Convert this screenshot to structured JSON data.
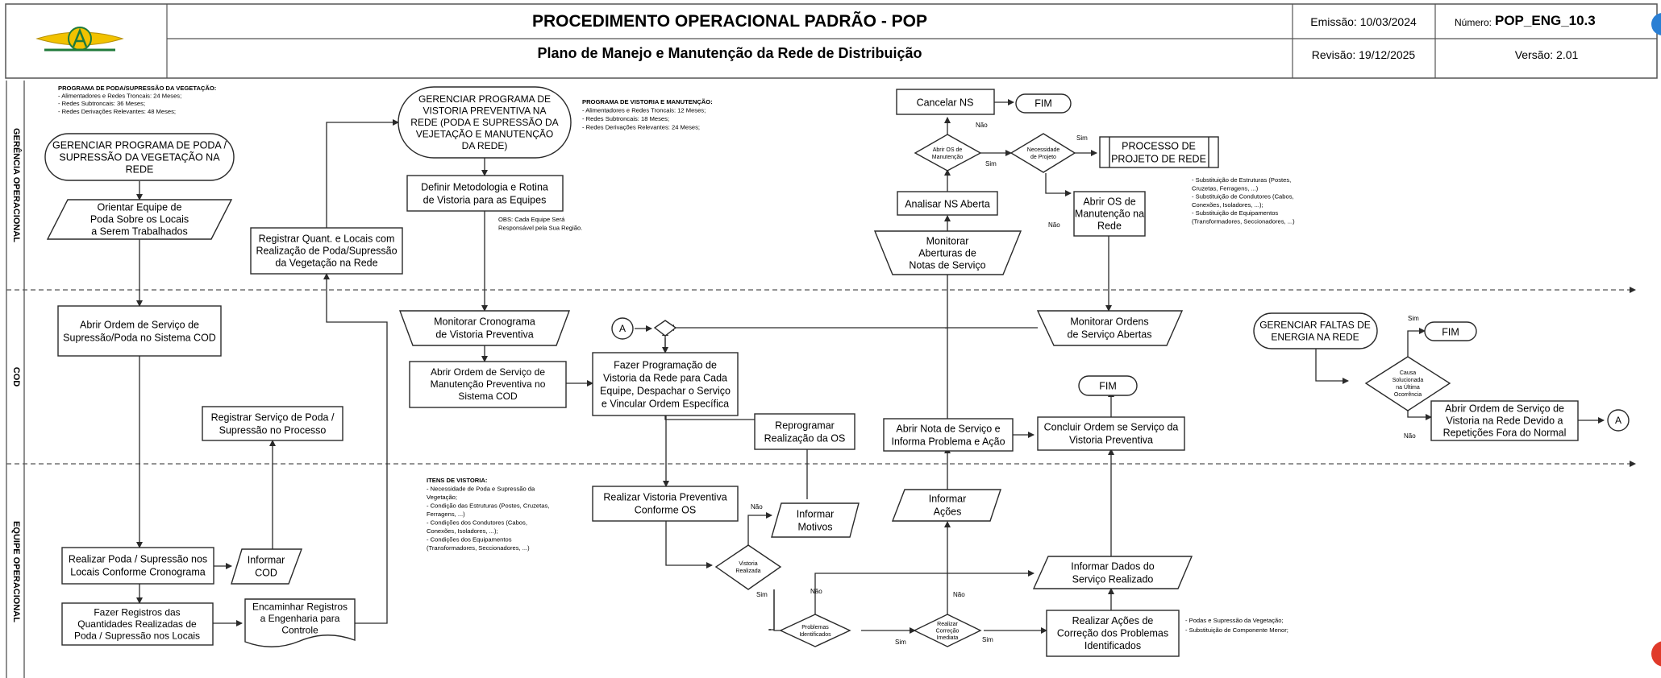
{
  "header": {
    "title": "PROCEDIMENTO OPERACIONAL PADRÃO - POP",
    "subtitle": "Plano de Manejo e Manutenção da Rede de Distribuição",
    "emissao": "Emissão: 10/03/2024",
    "revisao": "Revisão: 19/12/2025",
    "numero_label": "Número:",
    "numero": "POP_ENG_10.3",
    "versao": "Versão: 2.01"
  },
  "lanes": {
    "gerencia": "GERÊNCIA OPERACIONAL",
    "cod": "COD",
    "equipe": "EQUIPE OPERACIONAL"
  },
  "notes": {
    "poda": [
      "PROGRAMA DE PODA/SUPRESSÃO DA VEGETAÇÃO:",
      "- Alimentadores e Redes Troncais: 24 Meses;",
      "- Redes Subtroncais: 36 Meses;",
      "- Redes Derivações Relevantes: 48 Meses;"
    ],
    "vistoria": [
      "PROGRAMA DE VISTORIA E MANUTENÇÃO:",
      "- Alimentadores e Redes Troncais: 12 Meses;",
      "- Redes Subtroncais: 18 Meses;",
      "- Redes Derivações Relevantes: 24 Meses;"
    ],
    "obs": [
      "OBS: Cada Equipe Será",
      "Responsável pela Sua Região."
    ],
    "substituicoes": [
      "- Substituição de Estruturas (Postes,",
      "Cruzetas, Ferragens, ...)",
      "- Substituição de Condutores (Cabos,",
      "Conexões, Isoladores, ...);",
      "- Substituição de Equipamentos",
      "(Transformadores, Seccionadores, ...)"
    ],
    "itens": [
      "ITENS DE VISTORIA:",
      "- Necessidade de Poda e Supressão da",
      "Vegetação;",
      "- Condição das Estruturas (Postes, Cruzetas,",
      "Ferragens, ...)",
      "- Condições dos Condutores (Cabos,",
      "Conexões, Isoladores, ...);",
      "- Condições dos Equipamentos",
      "(Transformadores, Seccionadores, ...)"
    ],
    "correcao": [
      "- Podas e Supressão da Vegetação;",
      "- Substituição de Componente Menor;"
    ]
  },
  "nodes": {
    "gerenciar_poda": [
      "GERENCIAR PROGRAMA DE PODA /",
      "SUPRESSÃO DA VEGETAÇÃO NA",
      "REDE"
    ],
    "orientar": [
      "Orientar Equipe de",
      "Poda Sobre os Locais",
      "a Serem Trabalhados"
    ],
    "abrir_os_poda": [
      "Abrir Ordem de Serviço de",
      "Supressão/Poda no Sistema COD"
    ],
    "realizar_poda": [
      "Realizar Poda / Supressão nos",
      "Locais Conforme Cronograma"
    ],
    "informar_cod": [
      "Informar",
      "COD"
    ],
    "registros_quant": [
      "Fazer Registros das",
      "Quantidades Realizadas de",
      "Poda / Supressão nos Locais"
    ],
    "encaminhar": [
      "Encaminhar Registros",
      "a Engenharia para",
      "Controle"
    ],
    "registrar_servico": [
      "Registrar Serviço de Poda /",
      "Supressão no Processo"
    ],
    "registrar_quant": [
      "Registrar Quant. e Locais com",
      "Realização de Poda/Supressão",
      "da Vegetação na Rede"
    ],
    "gerenciar_vistoria": [
      "GERENCIAR PROGRAMA DE",
      "VISTORIA PREVENTIVA NA",
      "REDE (PODA E SUPRESSÃO DA",
      "VEJETAÇÃO E MANUTENÇÃO",
      "DA REDE)"
    ],
    "definir": [
      "Definir Metodologia e Rotina",
      "de Vistoria para as Equipes"
    ],
    "monitorar_crono": [
      "Monitorar Cronograma",
      "de Vistoria Preventiva"
    ],
    "abrir_os_manut": [
      "Abrir Ordem de Serviço de",
      "Manutenção Preventiva no",
      "Sistema COD"
    ],
    "fazer_prog": [
      "Fazer Programação de",
      "Vistoria da Rede para Cada",
      "Equipe, Despachar o Serviço",
      "e Vincular Ordem Específica"
    ],
    "realizar_vistoria": [
      "Realizar Vistoria Preventiva",
      "Conforme OS"
    ],
    "vistoria_realizada": [
      "Vistoria",
      "Realizada"
    ],
    "informar_motivos": [
      "Informar",
      "Motivos"
    ],
    "reprogramar": [
      "Reprogramar",
      "Realização da OS"
    ],
    "problemas": [
      "Problemas",
      "Identificados"
    ],
    "realizar_correcao": [
      "Realizar",
      "Correção",
      "Imediata"
    ],
    "realizar_acoes": [
      "Realizar Ações de",
      "Correção dos Problemas",
      "Identificados"
    ],
    "informar_dados": [
      "Informar Dados do",
      "Serviço Realizado"
    ],
    "informar_acoes": [
      "Informar",
      "Ações"
    ],
    "abrir_nota": [
      "Abrir Nota de Serviço e",
      "Informa Problema e Ação"
    ],
    "concluir": [
      "Concluir Ordem se Serviço da",
      "Vistoria Preventiva"
    ],
    "fim_concluir": [
      "FIM"
    ],
    "monitorar_aberturas": [
      "Monitorar",
      "Aberturas de",
      "Notas de Serviço"
    ],
    "analisar_ns": [
      "Analisar NS Aberta"
    ],
    "abrir_os_manutencao": [
      "Abrir OS de",
      "Manutenção",
      "Manutenção na"
    ],
    "cancelar_ns": [
      "Cancelar NS"
    ],
    "fim_cancelar": [
      "FIM"
    ],
    "processo_projeto": [
      "PROCESSO DE",
      "PROJETO DE REDE"
    ],
    "abrir_os_rede": [
      "Abrir OS de",
      "Manutenção na",
      "Rede"
    ],
    "necessidade_projeto": [
      "Necessidade",
      "de Projeto"
    ],
    "monitorar_ordens": [
      "Monitorar Ordens",
      "de Serviço Abertas"
    ],
    "gerenciar_faltas": [
      "GERENCIAR FALTAS DE",
      "ENERGIA NA REDE"
    ],
    "causa": [
      "Causa",
      "Solucionada",
      "na Última",
      "Ocorrência"
    ],
    "fim_faltas": [
      "FIM"
    ],
    "abrir_os_repet": [
      "Abrir Ordem de Serviço de",
      "Vistoria na Rede Devido a",
      "Repetições Fora do Normal"
    ],
    "connector_a": [
      "A"
    ]
  },
  "labels": {
    "sim": "Sim",
    "nao": "Não"
  },
  "colors": {
    "line": "#2a2a2a",
    "header_border": "#555555",
    "logo_yellow": "#f2c200",
    "logo_green": "#1f7a3a",
    "edge_blue": "#2a7fd4",
    "edge_red": "#e03a2a"
  }
}
